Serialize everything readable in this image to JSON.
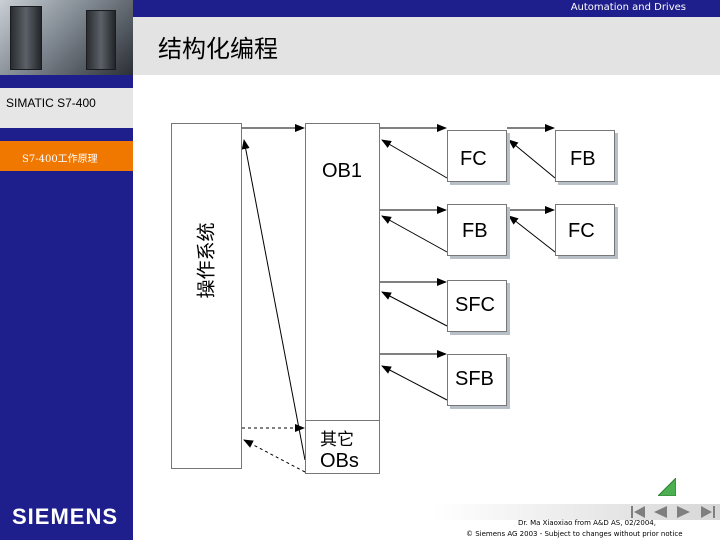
{
  "header": {
    "brand_line": "Automation and Drives",
    "title": "结构化编程"
  },
  "sidebar": {
    "product": "SIMATIC S7-400",
    "section": "S7-400工作原理",
    "logo": "SIEMENS"
  },
  "diagram": {
    "operating_system": "操作系统",
    "ob1": "OB1",
    "fc_top": "FC",
    "fb_top": "FB",
    "fb_mid": "FB",
    "fc_mid": "FC",
    "sfc": "SFC",
    "sfb": "SFB",
    "other_obs_line1": "其它",
    "other_obs_line2": "OBs"
  },
  "footer": {
    "author": "Dr. Ma Xiaoxiao from A&D AS, 02/2004,",
    "copyright": "© Siemens AG 2003 - Subject to changes without prior notice"
  },
  "colors": {
    "brand_blue": "#1e1e8c",
    "accent_orange": "#f07800",
    "title_gray": "#e3e3e3"
  }
}
